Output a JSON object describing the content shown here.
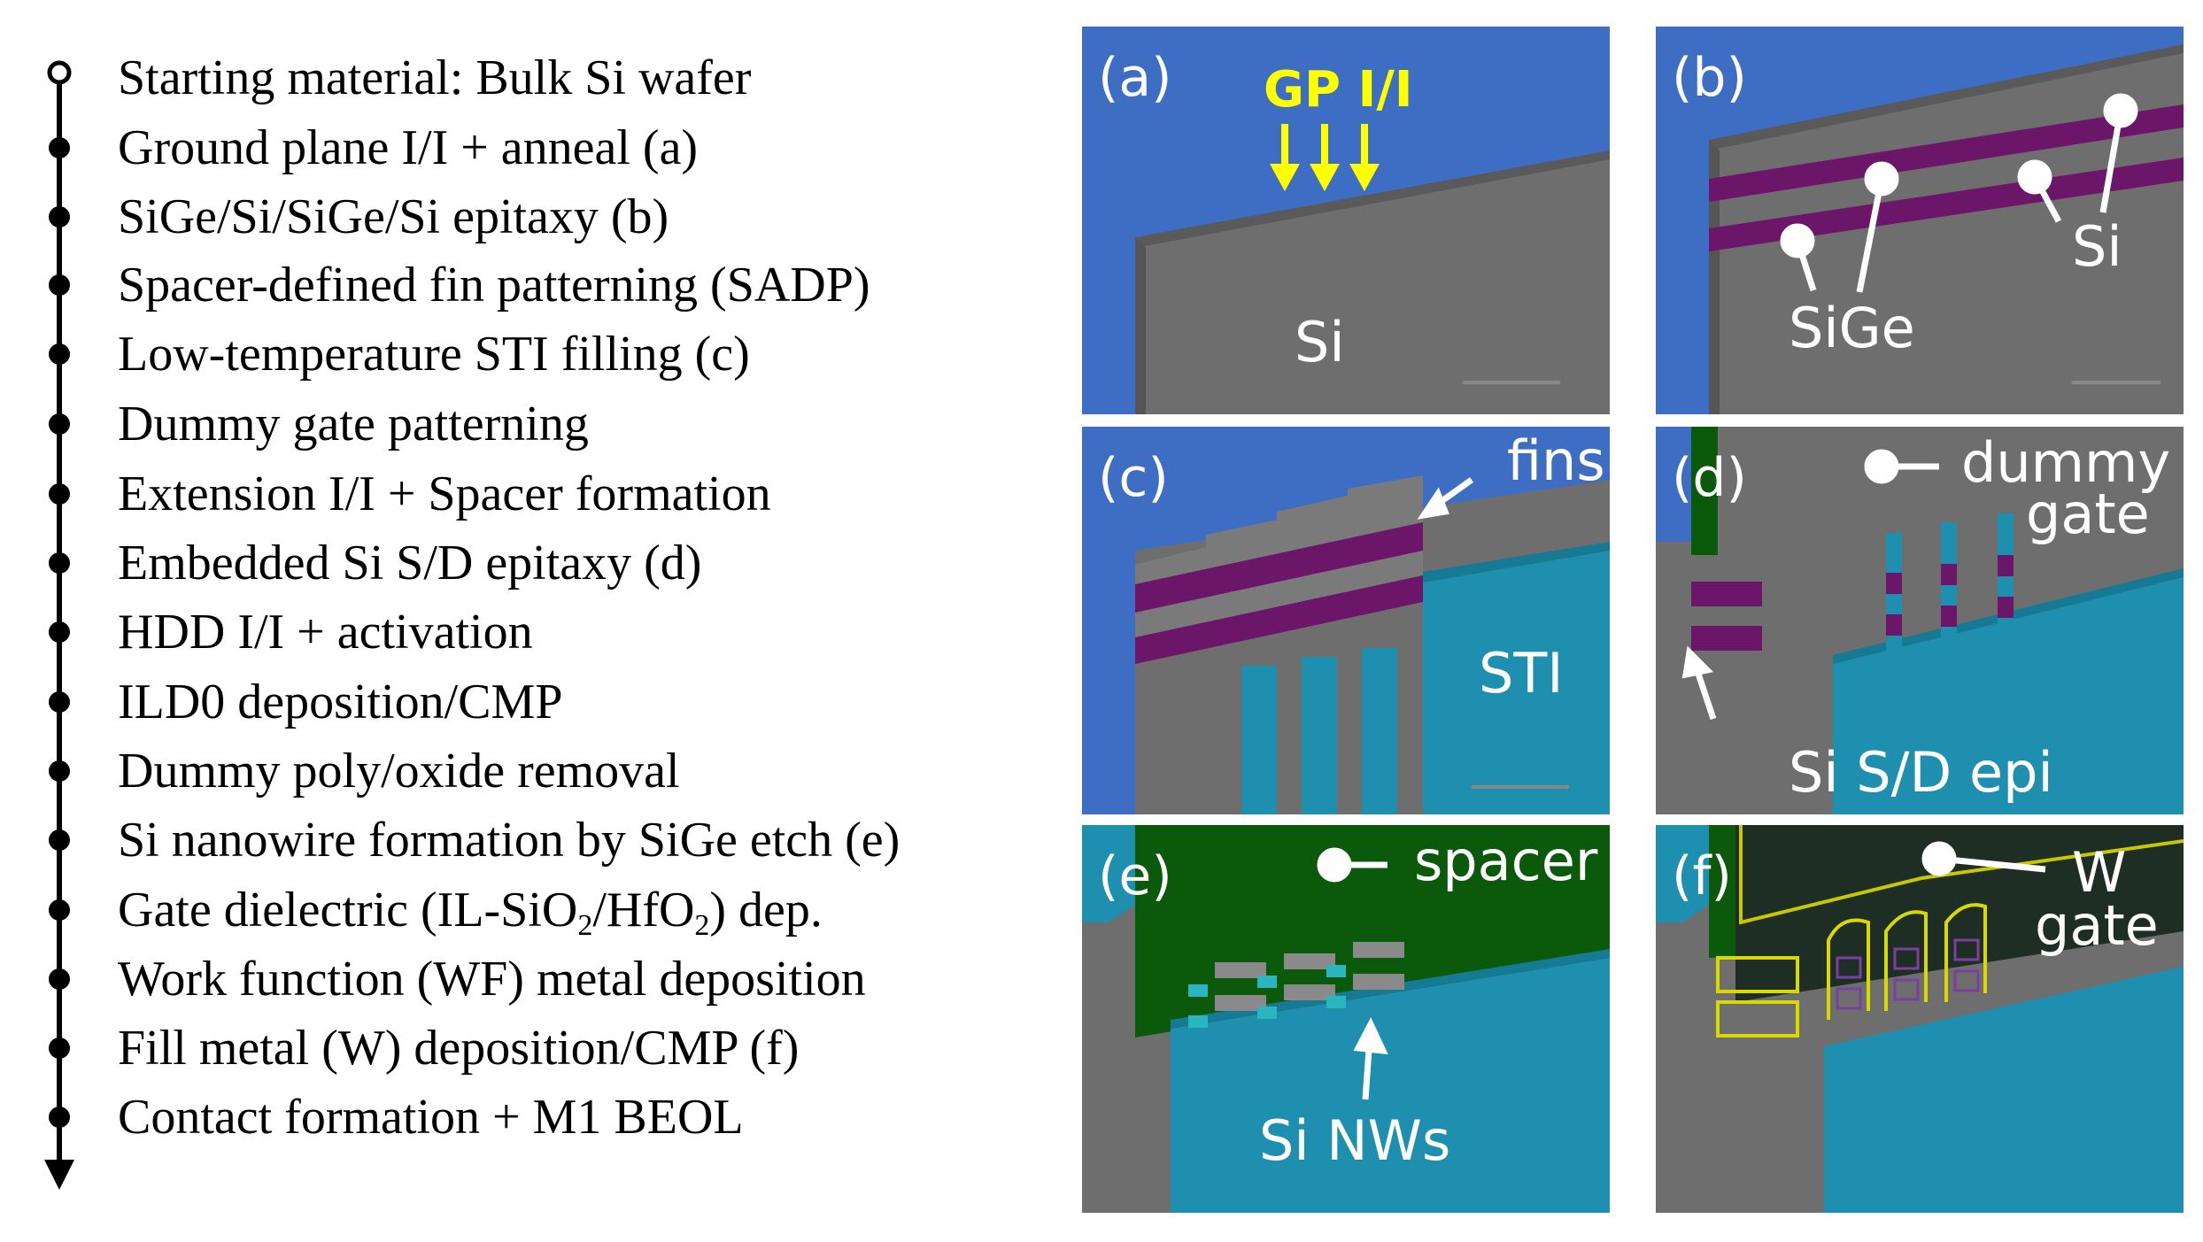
{
  "process_flow": {
    "steps": [
      {
        "text": "Starting material: Bulk Si wafer"
      },
      {
        "text": "Ground plane I/I + anneal (a)"
      },
      {
        "text": "SiGe/Si/SiGe/Si epitaxy (b)"
      },
      {
        "text": "Spacer-defined fin patterning (SADP)"
      },
      {
        "text": "Low-temperature STI filling (c)"
      },
      {
        "text": "Dummy gate patterning"
      },
      {
        "text": "Extension I/I + Spacer formation"
      },
      {
        "text": "Embedded Si S/D epitaxy (d)"
      },
      {
        "text": "HDD I/I + activation"
      },
      {
        "text": "ILD0 deposition/CMP"
      },
      {
        "text": "Dummy poly/oxide removal"
      },
      {
        "text": "Si nanowire formation by SiGe etch (e)"
      },
      {
        "text": "Gate dielectric (IL-SiO",
        "sub1": "2",
        "mid": "/HfO",
        "sub2": "2",
        "tail": ") dep."
      },
      {
        "text": "Work function (WF) metal deposition"
      },
      {
        "text": "Fill metal (W) deposition/CMP (f)"
      },
      {
        "text": "Contact formation + M1  BEOL"
      }
    ]
  },
  "panels": {
    "a": {
      "label": "(a)",
      "implant": "GP I/I",
      "substrate": "Si"
    },
    "b": {
      "label": "(b)",
      "sige": "SiGe",
      "si": "Si"
    },
    "c": {
      "label": "(c)",
      "fins": "fins",
      "sti": "STI"
    },
    "d": {
      "label": "(d)",
      "dummy1": "dummy",
      "dummy2": "gate",
      "sd": "Si S/D epi"
    },
    "e": {
      "label": "(e)",
      "spacer": "spacer",
      "nws": "Si NWs"
    },
    "f": {
      "label": "(f)",
      "w1": "W",
      "w2": "gate"
    }
  },
  "colors": {
    "sky": "#3d6ec4",
    "si_gray": "#6e6e6e",
    "sige_purple": "#6b1668",
    "sti_teal": "#1e8fae",
    "spacer_green": "#0b5a0b",
    "tungsten_dark": "#1f2e25",
    "arrow_yellow": "#ffff00"
  }
}
